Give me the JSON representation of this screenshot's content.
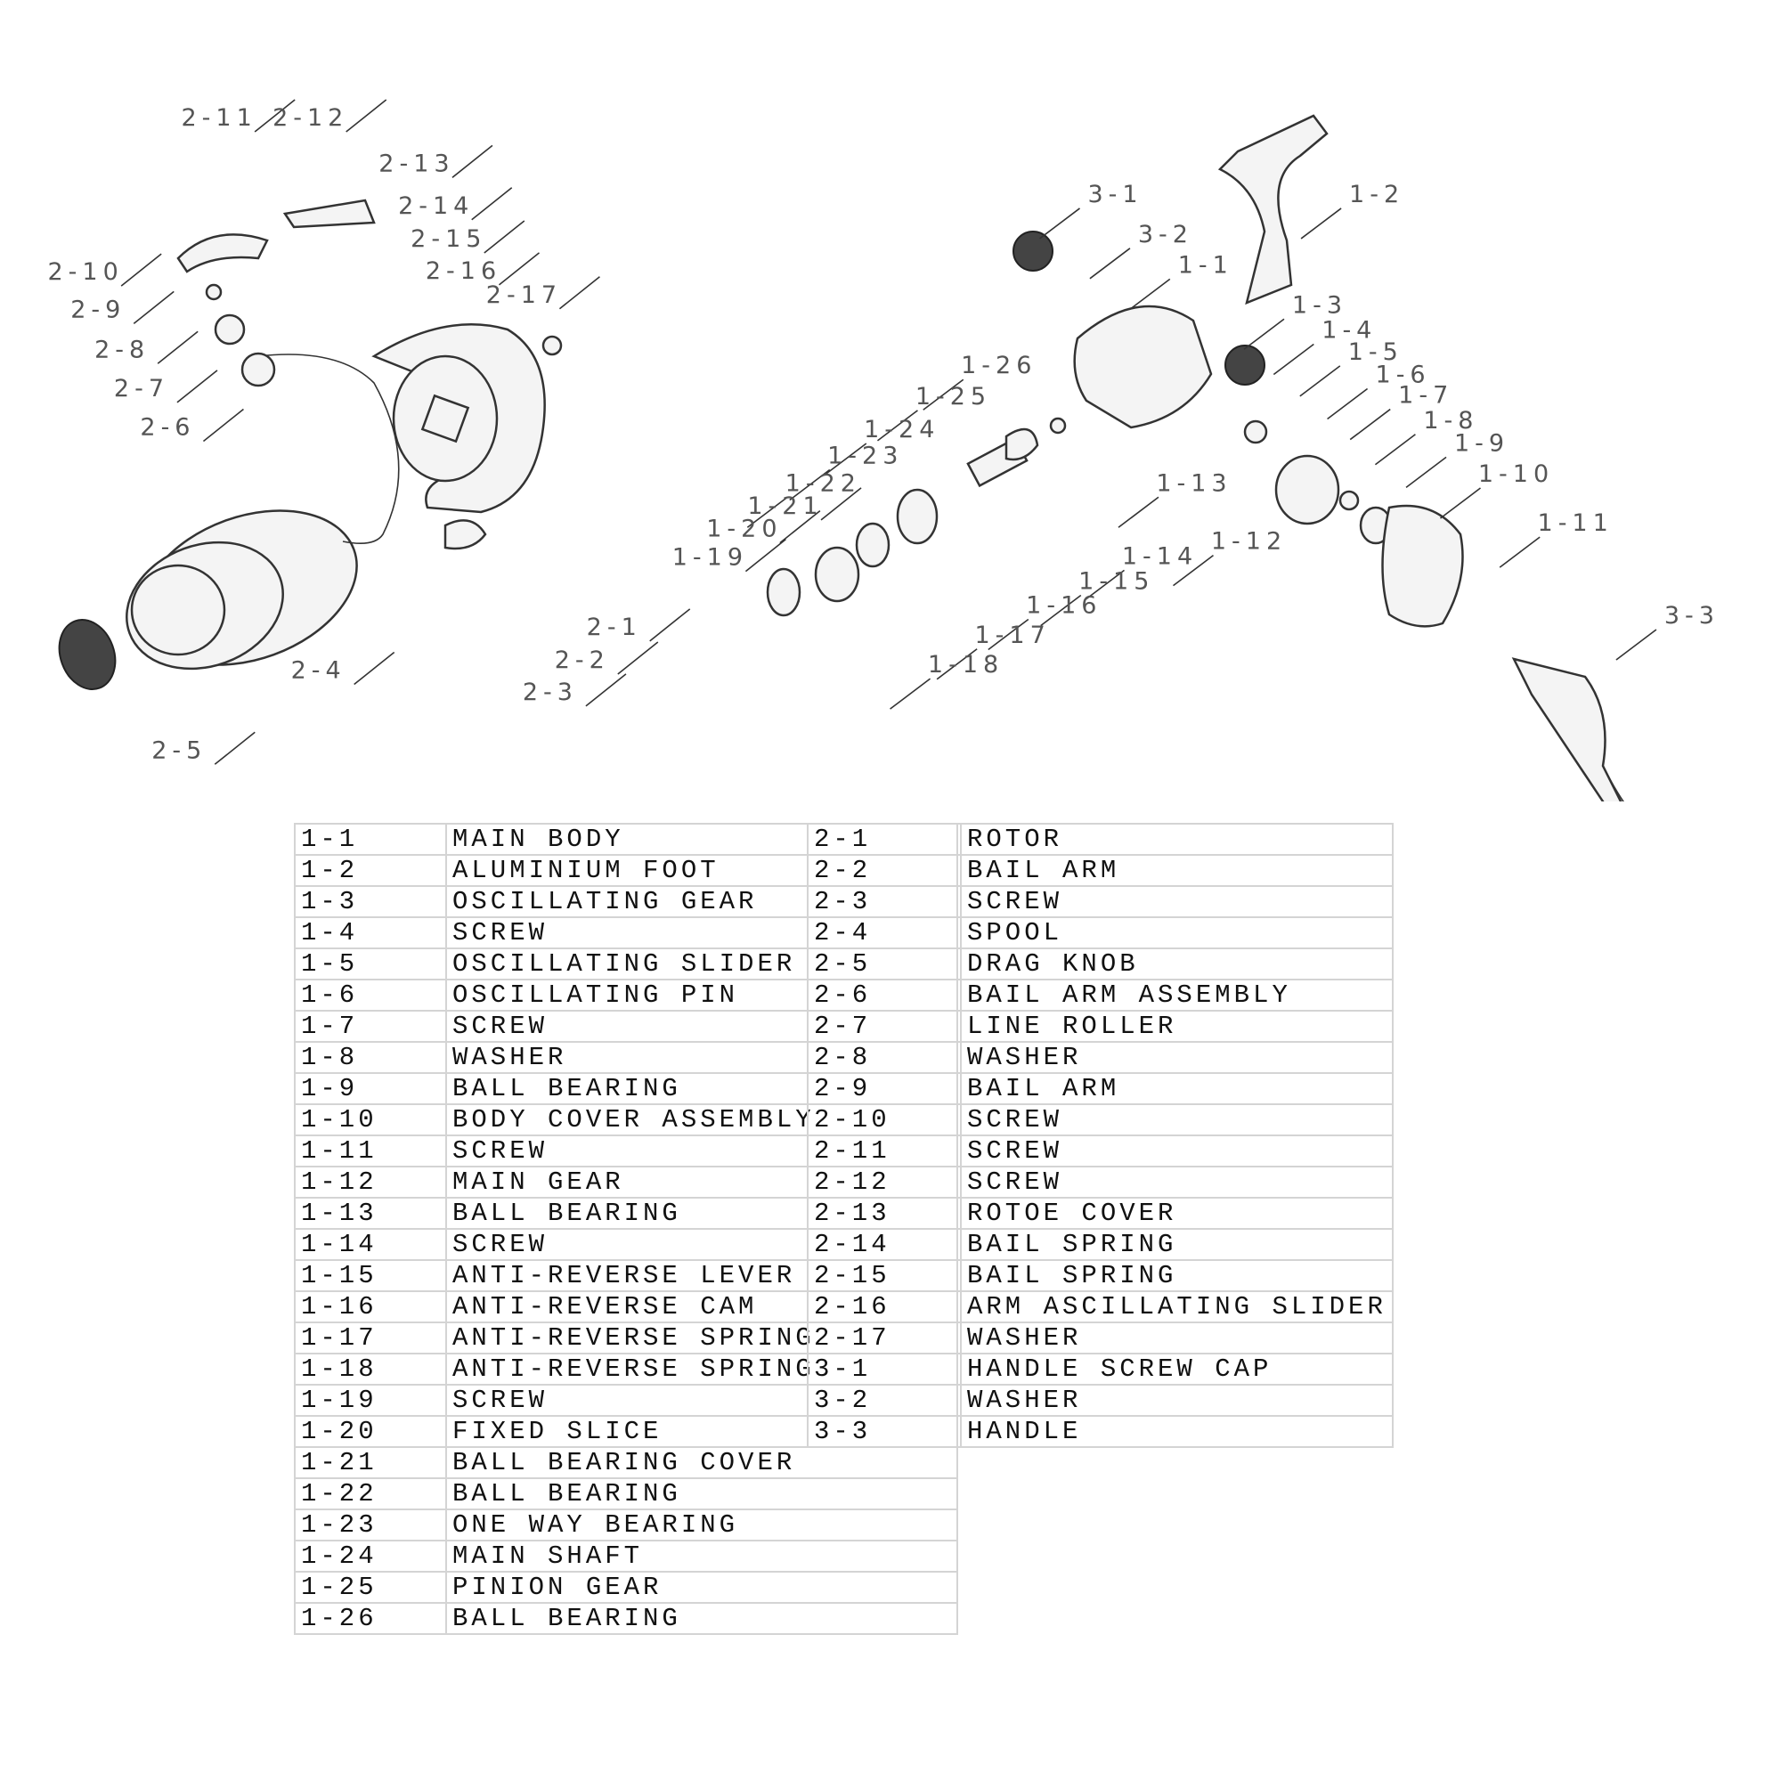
{
  "diagram": {
    "labels": [
      "2-11",
      "2-12",
      "2-13",
      "2-14",
      "2-15",
      "2-16",
      "2-17",
      "2-10",
      "2-9",
      "2-8",
      "2-7",
      "2-6",
      "2-4",
      "2-5",
      "2-1",
      "2-2",
      "2-3",
      "3-1",
      "3-2",
      "1-1",
      "1-2",
      "1-3",
      "1-4",
      "1-5",
      "1-6",
      "1-7",
      "1-8",
      "1-9",
      "1-10",
      "1-11",
      "3-3",
      "1-26",
      "1-25",
      "1-24",
      "1-23",
      "1-22",
      "1-21",
      "1-20",
      "1-19",
      "1-13",
      "1-12",
      "1-14",
      "1-15",
      "1-16",
      "1-17",
      "1-18"
    ]
  },
  "parts_left": [
    {
      "id": "1-1",
      "name": "MAIN BODY"
    },
    {
      "id": "1-2",
      "name": "ALUMINIUM FOOT"
    },
    {
      "id": "1-3",
      "name": "OSCILLATING GEAR"
    },
    {
      "id": "1-4",
      "name": "SCREW"
    },
    {
      "id": "1-5",
      "name": "OSCILLATING SLIDER"
    },
    {
      "id": "1-6",
      "name": "OSCILLATING PIN"
    },
    {
      "id": "1-7",
      "name": "SCREW"
    },
    {
      "id": "1-8",
      "name": "WASHER"
    },
    {
      "id": "1-9",
      "name": "BALL BEARING"
    },
    {
      "id": "1-10",
      "name": "BODY COVER ASSEMBLY"
    },
    {
      "id": "1-11",
      "name": "SCREW"
    },
    {
      "id": "1-12",
      "name": "MAIN GEAR"
    },
    {
      "id": "1-13",
      "name": "BALL BEARING"
    },
    {
      "id": "1-14",
      "name": "SCREW"
    },
    {
      "id": "1-15",
      "name": "ANTI-REVERSE LEVER"
    },
    {
      "id": "1-16",
      "name": "ANTI-REVERSE CAM"
    },
    {
      "id": "1-17",
      "name": "ANTI-REVERSE SPRING"
    },
    {
      "id": "1-18",
      "name": "ANTI-REVERSE SPRING"
    },
    {
      "id": "1-19",
      "name": "SCREW"
    },
    {
      "id": "1-20",
      "name": "FIXED SLICE"
    },
    {
      "id": "1-21",
      "name": "BALL BEARING COVER"
    },
    {
      "id": "1-22",
      "name": "BALL BEARING"
    },
    {
      "id": "1-23",
      "name": "ONE WAY BEARING"
    },
    {
      "id": "1-24",
      "name": "MAIN SHAFT"
    },
    {
      "id": "1-25",
      "name": "PINION GEAR"
    },
    {
      "id": "1-26",
      "name": "BALL BEARING"
    }
  ],
  "parts_right": [
    {
      "id": "2-1",
      "name": "ROTOR"
    },
    {
      "id": "2-2",
      "name": "BAIL ARM"
    },
    {
      "id": "2-3",
      "name": "SCREW"
    },
    {
      "id": "2-4",
      "name": "SPOOL"
    },
    {
      "id": "2-5",
      "name": "DRAG KNOB"
    },
    {
      "id": "2-6",
      "name": "BAIL ARM ASSEMBLY"
    },
    {
      "id": "2-7",
      "name": "LINE ROLLER"
    },
    {
      "id": "2-8",
      "name": "WASHER"
    },
    {
      "id": "2-9",
      "name": "BAIL ARM"
    },
    {
      "id": "2-10",
      "name": "SCREW"
    },
    {
      "id": "2-11",
      "name": "SCREW"
    },
    {
      "id": "2-12",
      "name": "SCREW"
    },
    {
      "id": "2-13",
      "name": "ROTOE COVER"
    },
    {
      "id": "2-14",
      "name": "BAIL SPRING"
    },
    {
      "id": "2-15",
      "name": "BAIL SPRING"
    },
    {
      "id": "2-16",
      "name": "ARM ASCILLATING SLIDER"
    },
    {
      "id": "2-17",
      "name": "WASHER"
    },
    {
      "id": "3-1",
      "name": "HANDLE SCREW CAP"
    },
    {
      "id": "3-2",
      "name": "WASHER"
    },
    {
      "id": "3-3",
      "name": "HANDLE"
    }
  ]
}
